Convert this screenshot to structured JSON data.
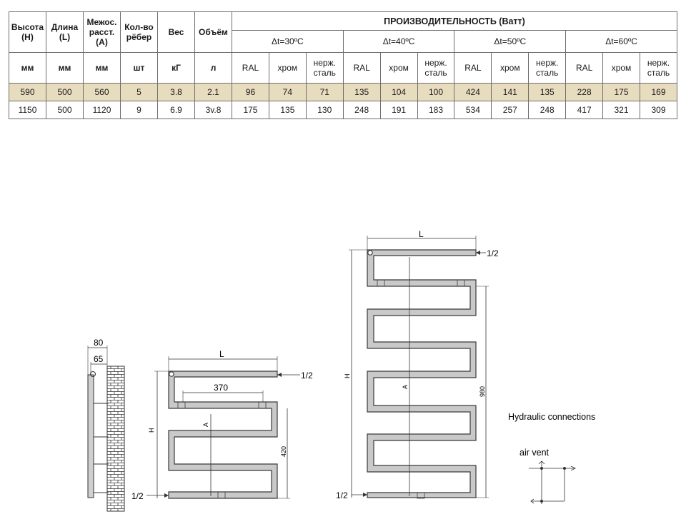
{
  "table": {
    "columns": [
      {
        "label": "Высота (H)",
        "unit": "мм"
      },
      {
        "label": "Длина (L)",
        "unit": "мм"
      },
      {
        "label": "Межос. расст. (A)",
        "unit": "мм"
      },
      {
        "label": "Кол-во рёбер",
        "unit": "шт"
      },
      {
        "label": "Вес",
        "unit": "кГ"
      },
      {
        "label": "Объём",
        "unit": "л"
      }
    ],
    "performance_title": "ПРОИЗВОДИТЕЛЬНОСТЬ (Ватт)",
    "delta_groups": [
      "Δt=30ºC",
      "Δt=40ºC",
      "Δt=50ºC",
      "Δt=60ºC"
    ],
    "materials": [
      "RAL",
      "хром",
      "нерж. сталь"
    ],
    "rows": [
      {
        "highlight": true,
        "cells": [
          "590",
          "500",
          "560",
          "5",
          "3.8",
          "2.1",
          "96",
          "74",
          "71",
          "135",
          "104",
          "100",
          "424",
          "141",
          "135",
          "228",
          "175",
          "169"
        ]
      },
      {
        "highlight": false,
        "cells": [
          "1150",
          "500",
          "1120",
          "9",
          "6.9",
          "3v.8",
          "175",
          "135",
          "130",
          "248",
          "191",
          "183",
          "534",
          "257",
          "248",
          "417",
          "321",
          "309"
        ]
      }
    ]
  },
  "drawings": {
    "side_view": {
      "dim_outer": "80",
      "dim_inner": "65"
    },
    "small_radiator": {
      "dim_L": "L",
      "dim_370": "370",
      "dim_H": "H",
      "dim_A": "A",
      "dim_420": "420",
      "conn_top": "1/2",
      "conn_bottom": "1/2"
    },
    "large_radiator": {
      "dim_L": "L",
      "dim_H": "H",
      "dim_A": "A",
      "dim_980": "980",
      "conn_top": "1/2",
      "conn_bottom": "1/2"
    },
    "hydraulic": {
      "title": "Hydraulic connections",
      "air_vent": "air vent"
    }
  },
  "colors": {
    "highlight_row": "#e8dcbf",
    "pipe_fill": "#c9c9c9",
    "line": "#3a3a3a"
  }
}
